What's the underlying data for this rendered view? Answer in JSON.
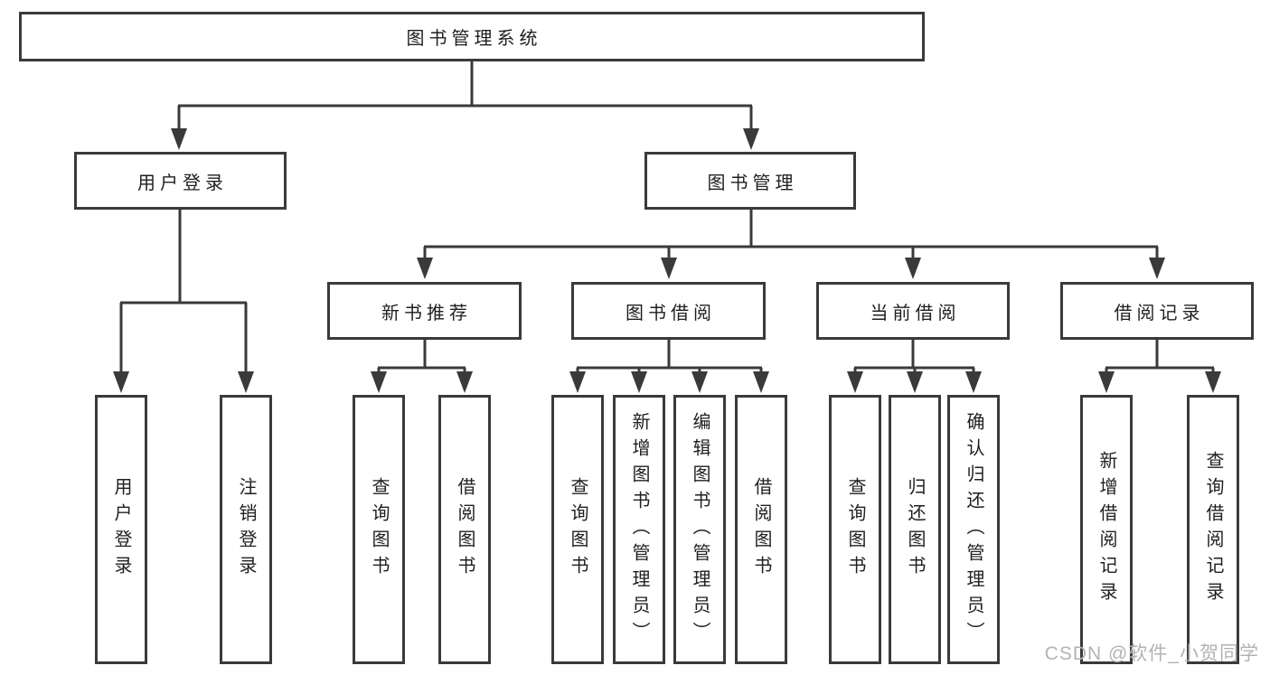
{
  "diagram_title": "图书管理系统",
  "colors": {
    "line": "#3a3a3a",
    "text": "#1f1f1f",
    "node_fill": "#ffffff",
    "background": "#ffffff",
    "watermark": "#b3b3b3"
  },
  "nodes": {
    "root": {
      "label": "图书管理系统"
    },
    "user_login_group": {
      "label": "用户登录"
    },
    "book_mgmt": {
      "label": "图书管理"
    },
    "new_book_rec": {
      "label": "新书推荐"
    },
    "book_borrow": {
      "label": "图书借阅"
    },
    "current_borrow": {
      "label": "当前借阅"
    },
    "borrow_records": {
      "label": "借阅记录"
    },
    "user_login": {
      "label": "用户登录"
    },
    "logout_login": {
      "label": "注销登录"
    },
    "rec_query_books": {
      "label": "查询图书"
    },
    "rec_borrow_books": {
      "label": "借阅图书"
    },
    "bb_query_books": {
      "label": "查询图书"
    },
    "bb_add_books": {
      "label": "新增图书（管理员）"
    },
    "bb_edit_books": {
      "label": "编辑图书（管理员）"
    },
    "bb_borrow_books": {
      "label": "借阅图书"
    },
    "cb_query_books": {
      "label": "查询图书"
    },
    "cb_return_books": {
      "label": "归还图书"
    },
    "cb_confirm_return": {
      "label": "确认归还（管理员）"
    },
    "br_add_record": {
      "label": "新增借阅记录"
    },
    "br_query_record": {
      "label": "查询借阅记录"
    }
  },
  "hierarchy": [
    {
      "parent": "图书管理系统",
      "children": [
        "用户登录",
        "图书管理"
      ]
    },
    {
      "parent": "用户登录",
      "children": [
        "用户登录",
        "注销登录"
      ]
    },
    {
      "parent": "图书管理",
      "children": [
        "新书推荐",
        "图书借阅",
        "当前借阅",
        "借阅记录"
      ]
    },
    {
      "parent": "新书推荐",
      "children": [
        "查询图书",
        "借阅图书"
      ]
    },
    {
      "parent": "图书借阅",
      "children": [
        "查询图书",
        "新增图书（管理员）",
        "编辑图书（管理员）",
        "借阅图书"
      ]
    },
    {
      "parent": "当前借阅",
      "children": [
        "查询图书",
        "归还图书",
        "确认归还（管理员）"
      ]
    },
    {
      "parent": "借阅记录",
      "children": [
        "新增借阅记录",
        "查询借阅记录"
      ]
    }
  ],
  "watermark": "CSDN @软件_小贺同学"
}
